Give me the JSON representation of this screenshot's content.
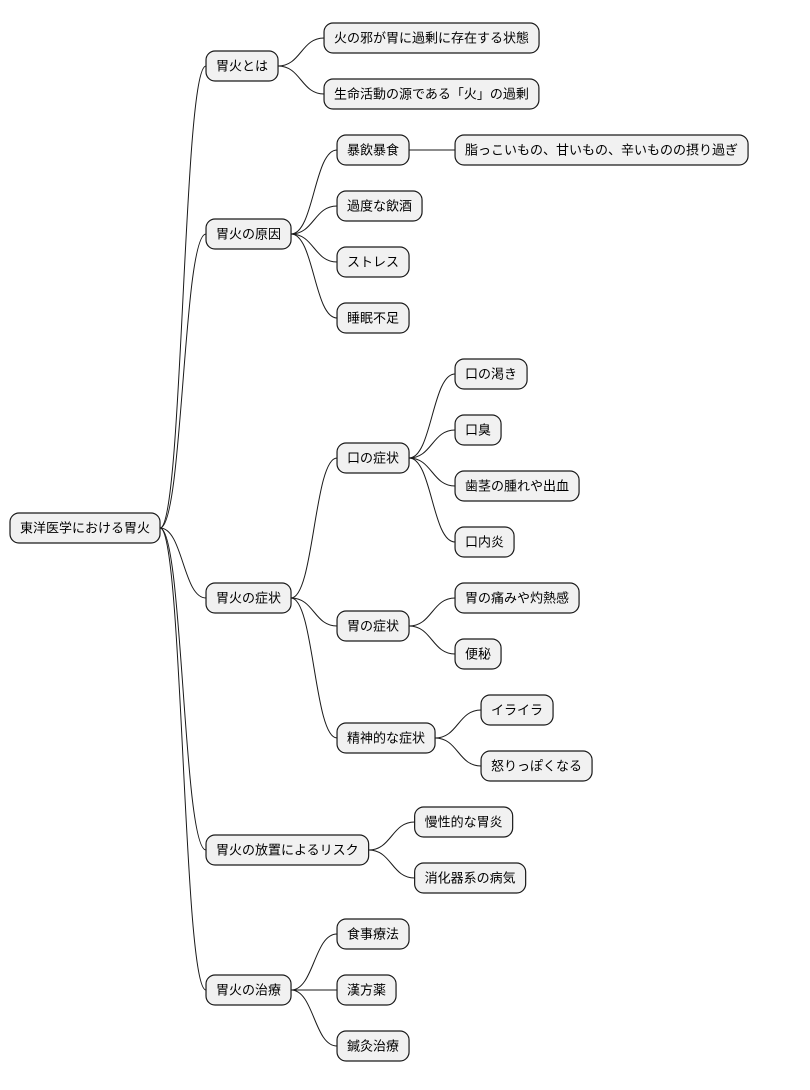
{
  "mindmap": {
    "root": {
      "label": "東洋医学における胃火",
      "children": [
        {
          "label": "胃火とは",
          "children": [
            {
              "label": "火の邪が胃に過剰に存在する状態"
            },
            {
              "label": "生命活動の源である「火」の過剰"
            }
          ]
        },
        {
          "label": "胃火の原因",
          "children": [
            {
              "label": "暴飲暴食",
              "children": [
                {
                  "label": "脂っこいもの、甘いもの、辛いものの摂り過ぎ"
                }
              ]
            },
            {
              "label": "過度な飲酒"
            },
            {
              "label": "ストレス"
            },
            {
              "label": "睡眠不足"
            }
          ]
        },
        {
          "label": "胃火の症状",
          "children": [
            {
              "label": "口の症状",
              "children": [
                {
                  "label": "口の渇き"
                },
                {
                  "label": "口臭"
                },
                {
                  "label": "歯茎の腫れや出血"
                },
                {
                  "label": "口内炎"
                }
              ]
            },
            {
              "label": "胃の症状",
              "children": [
                {
                  "label": "胃の痛みや灼熱感"
                },
                {
                  "label": "便秘"
                }
              ]
            },
            {
              "label": "精神的な症状",
              "children": [
                {
                  "label": "イライラ"
                },
                {
                  "label": "怒りっぽくなる"
                }
              ]
            }
          ]
        },
        {
          "label": "胃火の放置によるリスク",
          "children": [
            {
              "label": "慢性的な胃炎"
            },
            {
              "label": "消化器系の病気"
            }
          ]
        },
        {
          "label": "胃火の治療",
          "children": [
            {
              "label": "食事療法"
            },
            {
              "label": "漢方薬"
            },
            {
              "label": "鍼灸治療"
            }
          ]
        }
      ]
    }
  }
}
